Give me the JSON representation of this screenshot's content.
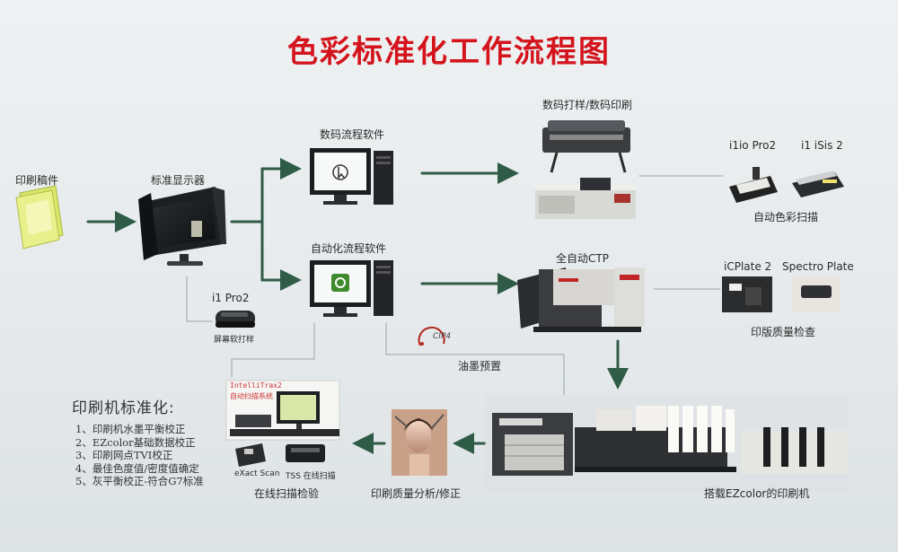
{
  "title": "色彩标准化工作流程图",
  "nodes": {
    "print_draft": "印刷稿件",
    "std_monitor": "标准显示器",
    "digital_sw": "数码流程软件",
    "auto_sw": "自动化流程软件",
    "digital_proof": "数码打样/数码印刷",
    "auto_ctp": "全自动CTP",
    "i1io": "i1io Pro2",
    "i1isis": "i1 iSis 2",
    "auto_scan": "自动色彩扫描",
    "iCPlate": "iCPlate 2",
    "spectro": "Spectro Plate",
    "plate_check": "印版质量检查",
    "i1pro": "i1 Pro2",
    "soft_proof": "屏幕软打样",
    "ink_preset": "油墨预置",
    "cip4": "CIP4",
    "intellitrax": "IntelliTrax2",
    "auto_scan_sys": "自动扫描系统",
    "exact": "eXact Scan",
    "tss": "TSS 在线扫描",
    "online_scan": "在线扫描检验",
    "quality": "印刷质量分析/修正",
    "press": "搭载EZcolor的印刷机"
  },
  "press_std": {
    "title": "印刷机标准化:",
    "items": [
      "1、印刷机水墨平衡校正",
      "2、EZcolor基础数据校正",
      "3、印刷网点TVI校正",
      "4、最佳色度值/密度值确定",
      "5、灰平衡校正-符合G7标准"
    ]
  }
}
